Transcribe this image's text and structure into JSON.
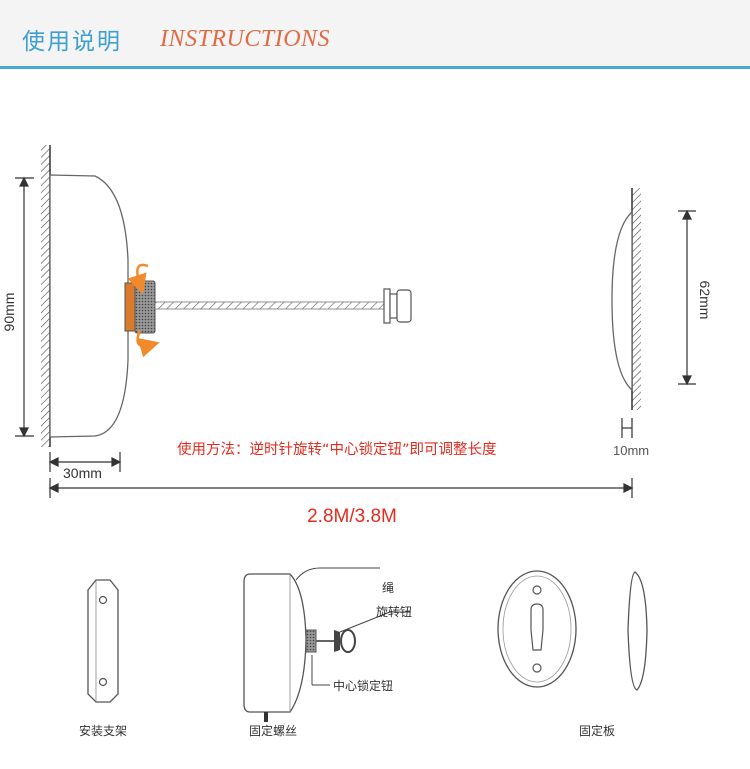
{
  "header": {
    "title_cn": "使用说明",
    "title_en": "INSTRUCTIONS"
  },
  "dimensions": {
    "height_left": "90mm",
    "depth_left": "30mm",
    "height_right": "62mm",
    "depth_right": "10mm",
    "length": "2.8M/3.8M"
  },
  "usage_note": "使用方法：逆时针旋转“中心锁定钮”即可调整长度",
  "parts": {
    "rope": "绳",
    "rotate_knob": "旋转钮",
    "center_lock_knob": "中心锁定钮",
    "bracket": "安装支架",
    "screw": "固定螺丝",
    "plate": "固定板"
  },
  "colors": {
    "header_text": "#3fa0d0",
    "header_en": "#e26a43",
    "accent_line": "#4aa9d6",
    "note_red": "#e52b1f",
    "arrow_orange": "#f08a2a"
  }
}
